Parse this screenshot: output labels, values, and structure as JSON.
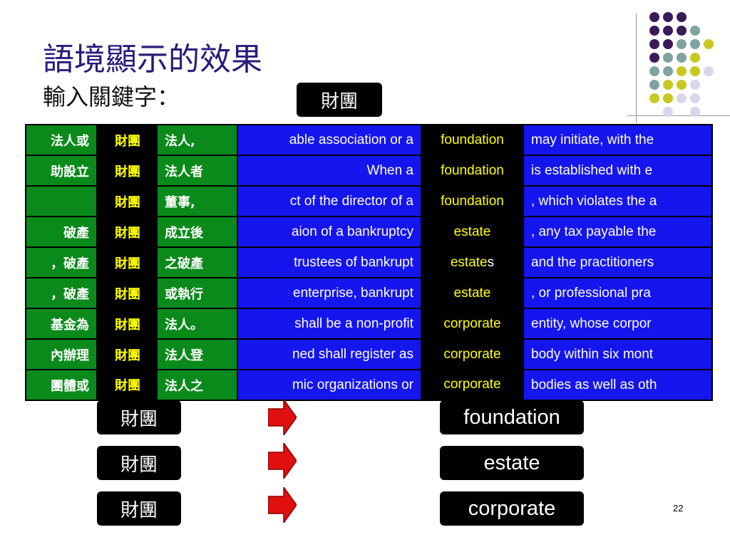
{
  "title": "語境顯示的效果",
  "subtitle": "輸入關鍵字：",
  "keyword": "財團",
  "colors": {
    "title": "#2a1a7a",
    "green_cell": "#0a8a1a",
    "blue_cell": "#1515ee",
    "keyword_text": "#ffff00",
    "dot_purple": "#3b1a5a",
    "dot_teal": "#7fa3a0",
    "dot_yellow": "#c8c820",
    "dot_lavender": "#d8d6e8"
  },
  "kwic_rows": [
    {
      "zh_left": "法人或",
      "zh_kw": "財團",
      "zh_right": "法人,",
      "en_left": "able association or a",
      "en_kw": "foundation",
      "en_kw_suffix": "",
      "en_right": "may initiate, with the"
    },
    {
      "zh_left": "助設立",
      "zh_kw": "財團",
      "zh_right": "法人者",
      "en_left": "When a",
      "en_kw": "foundation",
      "en_kw_suffix": "",
      "en_right": "is established with e"
    },
    {
      "zh_left": "",
      "zh_kw": "財團",
      "zh_right": "董事,",
      "en_left": "ct of the director of a",
      "en_kw": "foundation",
      "en_kw_suffix": "",
      "en_right": ", which violates the a"
    },
    {
      "zh_left": "破產",
      "zh_kw": "財團",
      "zh_right": "成立後",
      "en_left": "aion of a bankruptcy",
      "en_kw": "estate",
      "en_kw_suffix": "",
      "en_right": ", any tax payable the"
    },
    {
      "zh_left": "，破產",
      "zh_kw": "財團",
      "zh_right": "之破產",
      "en_left": "trustees of bankrupt",
      "en_kw": "estate",
      "en_kw_suffix": "s",
      "en_right": "and the practitioners"
    },
    {
      "zh_left": "，破產",
      "zh_kw": "財團",
      "zh_right": "或執行",
      "en_left": "enterprise, bankrupt",
      "en_kw": "estate",
      "en_kw_suffix": "",
      "en_right": ", or professional pra"
    },
    {
      "zh_left": "基金為",
      "zh_kw": "財團",
      "zh_right": "法人。",
      "en_left": "shall be a non-profit",
      "en_kw": "corporate",
      "en_kw_suffix": "",
      "en_right": "entity, whose corpor"
    },
    {
      "zh_left": "內辦理",
      "zh_kw": "財團",
      "zh_right": "法人登",
      "en_left": "ned shall register as",
      "en_kw": "corporate",
      "en_kw_suffix": "",
      "en_right": "body within six mont"
    },
    {
      "zh_left": "團體或",
      "zh_kw": "財團",
      "zh_right": "法人之",
      "en_left": "mic organizations or",
      "en_kw": "corporate",
      "en_kw_suffix": "",
      "en_right": "bodies as well as oth"
    }
  ],
  "mappings": [
    {
      "source": "財團",
      "target": "foundation"
    },
    {
      "source": "財團",
      "target": "estate"
    },
    {
      "source": "財團",
      "target": "corporate"
    }
  ],
  "page_number": "22"
}
